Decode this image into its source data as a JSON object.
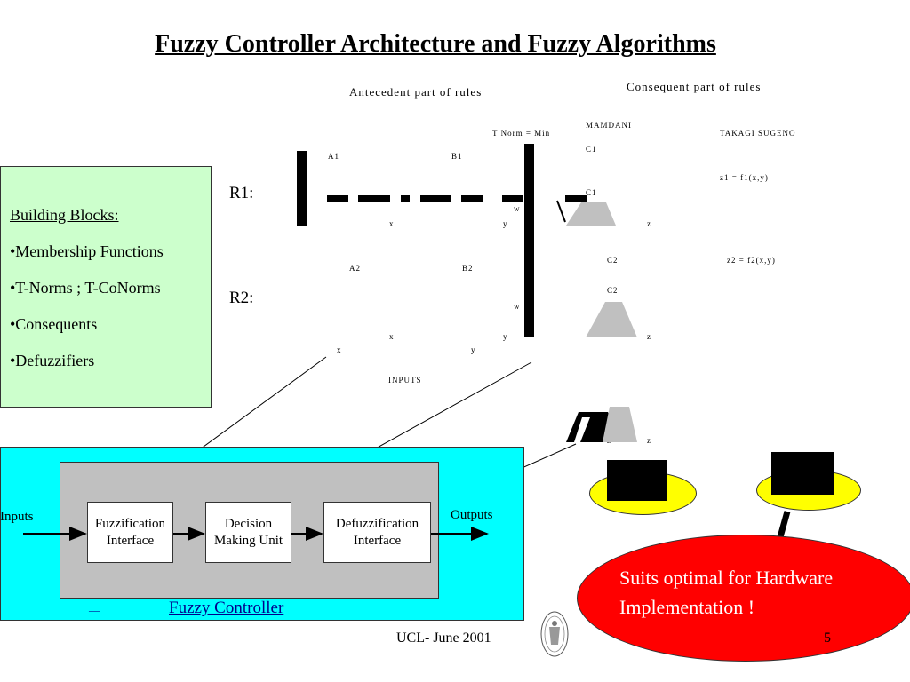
{
  "title": "Fuzzy Controller Architecture and Fuzzy Algorithms",
  "headers": {
    "antecedent": "Antecedent part of rules",
    "consequent": "Consequent part of rules",
    "tnorm": "T Norm = Min",
    "mamdani": "MAMDANI",
    "takagi": "TAKAGI SUGENO"
  },
  "rules": {
    "r1": "R1:",
    "r2": "R2:"
  },
  "labels": {
    "a1": "A1",
    "b1": "B1",
    "a2": "A2",
    "b2": "B2",
    "c1": "C1",
    "c1_marker": "C1",
    "c2": "C2",
    "c2_marker": "C2",
    "x": "x",
    "y": "y",
    "z": "z",
    "w": "w",
    "inputs_marker": "INPUTS",
    "ts_r1": "z1 = f1(x,y)",
    "ts_r2": "z2 = f2(x,y)"
  },
  "building_blocks": {
    "heading": "Building Blocks:",
    "items": [
      "•Membership Functions",
      "•T-Norms ; T-CoNorms",
      "•Consequents",
      "•Defuzzifiers"
    ]
  },
  "controller": {
    "inputs_label": "Inputs",
    "outputs_label": "Outputs",
    "fuzzification": [
      "Fuzzification",
      "Interface"
    ],
    "decision": [
      "Decision",
      "Making Unit"
    ],
    "defuzzification": [
      "Defuzzification",
      "Interface"
    ],
    "caption": "Fuzzy Controller",
    "dash": "—"
  },
  "hardware": {
    "line1": "Suits optimal for Hardware",
    "line2": "Implementation !"
  },
  "footer": {
    "date": "UCL- June 2001",
    "page": "5"
  },
  "colors": {
    "green_box": "#ccffcc",
    "cyan_area": "#00ffff",
    "gray_area": "#c0c0c0",
    "yellow": "#ffff00",
    "red": "#ff0000",
    "trapezoid": "#c0c0c0"
  }
}
